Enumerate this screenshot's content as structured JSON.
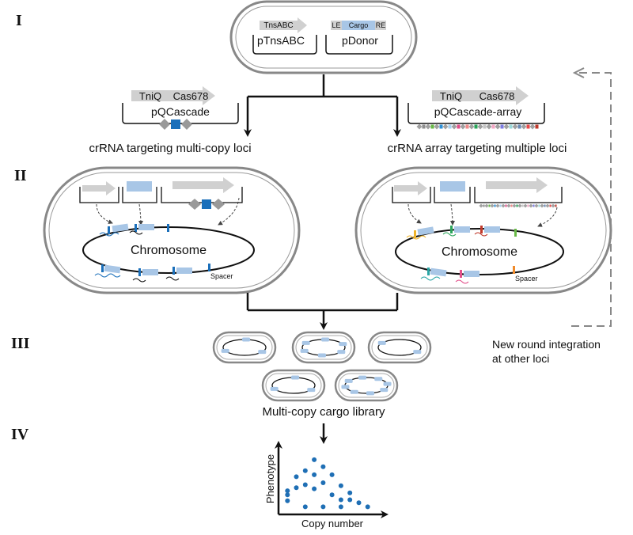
{
  "stages": {
    "s1": "I",
    "s2": "II",
    "s3": "III",
    "s4": "IV"
  },
  "top_cell": {
    "plasmid_a": {
      "gene": "TnsABC",
      "name": "pTnsABC"
    },
    "plasmid_b": {
      "left_end": "LE",
      "cargo": "Cargo",
      "right_end": "RE",
      "name": "pDonor"
    }
  },
  "left_branch": {
    "plasmid": {
      "gene1": "TniQ",
      "gene2": "Cas678",
      "name": "pQCascade"
    },
    "caption": "crRNA targeting multi-copy loci",
    "cell": {
      "chromosome": "Chromosome",
      "spacer": "Spacer"
    }
  },
  "right_branch": {
    "plasmid": {
      "gene1": "TniQ",
      "gene2": "Cas678",
      "name": "pQCascade-array"
    },
    "caption": "crRNA array targeting multiple loci",
    "cell": {
      "chromosome": "Chromosome",
      "spacer": "Spacer"
    }
  },
  "library": {
    "caption": "Multi-copy cargo library"
  },
  "loop": {
    "line1": "New round integration",
    "line2": "at other loci"
  },
  "colors": {
    "cargo_blue": "#a8c6e6",
    "spacer_blue": "#1a6fba",
    "arrow_grey": "#d0d0d0",
    "dot_blue": "#1f6fb5",
    "array_segments": [
      "#8e8e8e",
      "#67b846",
      "#2e8fd6",
      "#a7d1f0",
      "#e24f8a",
      "#f08a8a",
      "#2aa55a",
      "#c5c5c5",
      "#f4a6c4",
      "#7d7de0",
      "#9ad9d9",
      "#6a8ab5",
      "#e84b4b",
      "#c0392b"
    ]
  },
  "chart_data": {
    "type": "scatter",
    "xlabel": "Copy number",
    "ylabel": "Phenotype",
    "points": [
      [
        1,
        1.2
      ],
      [
        1,
        1.8
      ],
      [
        1,
        2.2
      ],
      [
        2,
        3.6
      ],
      [
        2,
        2.5
      ],
      [
        3,
        0.6
      ],
      [
        3,
        2.8
      ],
      [
        3,
        4.2
      ],
      [
        4,
        5.3
      ],
      [
        4,
        3.8
      ],
      [
        4,
        2.4
      ],
      [
        5,
        0.6
      ],
      [
        5,
        3.0
      ],
      [
        5,
        4.6
      ],
      [
        6,
        3.8
      ],
      [
        6,
        1.8
      ],
      [
        7,
        2.7
      ],
      [
        7,
        0.6
      ],
      [
        7,
        1.3
      ],
      [
        8,
        1.3
      ],
      [
        8,
        2.0
      ],
      [
        9,
        1.0
      ],
      [
        10,
        0.6
      ]
    ],
    "xlim": [
      0,
      11
    ],
    "ylim": [
      0,
      6
    ]
  }
}
